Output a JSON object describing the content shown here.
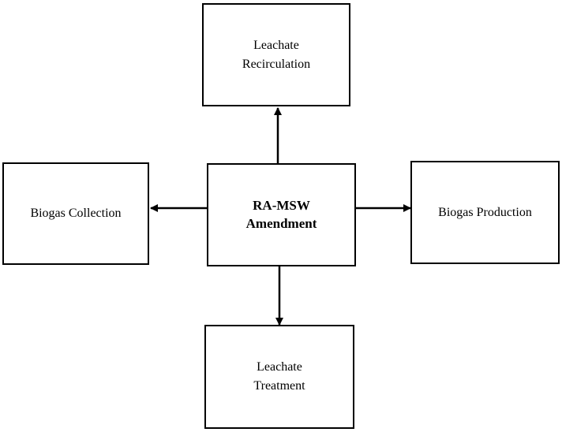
{
  "diagram": {
    "center": {
      "label_line1": "RA-MSW",
      "label_line2": "Amendment"
    },
    "top": {
      "label_line1": "Leachate",
      "label_line2": "Recirculation"
    },
    "left": {
      "label": "Biogas Collection"
    },
    "right": {
      "label": "Biogas Production"
    },
    "bottom": {
      "label_line1": "Leachate",
      "label_line2": "Treatment"
    }
  }
}
